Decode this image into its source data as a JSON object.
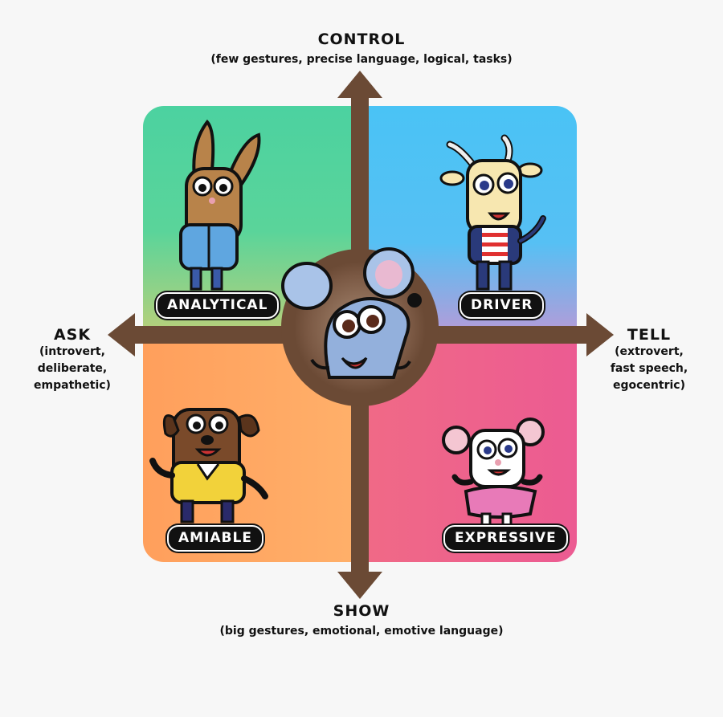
{
  "axes": {
    "top": {
      "title": "CONTROL",
      "subtitle": "(few gestures, precise language, logical, tasks)"
    },
    "bottom": {
      "title": "SHOW",
      "subtitle": "(big gestures, emotional, emotive language)"
    },
    "left": {
      "title": "ASK",
      "lines": [
        "(introvert,",
        "deliberate,",
        "empathetic)"
      ]
    },
    "right": {
      "title": "TELL",
      "lines": [
        "(extrovert,",
        "fast speech,",
        "egocentric)"
      ]
    }
  },
  "quadrants": {
    "top_left": {
      "label": "ANALYTICAL",
      "character": "rabbit-icon"
    },
    "top_right": {
      "label": "DRIVER",
      "character": "goat-icon"
    },
    "bottom_left": {
      "label": "AMIABLE",
      "character": "dog-icon"
    },
    "bottom_right": {
      "label": "EXPRESSIVE",
      "character": "mouse-icon"
    }
  },
  "center": {
    "character": "blue-mouse-icon"
  },
  "colors": {
    "arrow": "#6b4a35",
    "top_left": "#4cd2a0",
    "top_right": "#4ac3f5",
    "bottom_left": "#ffa75e",
    "bottom_right": "#ec5f8f"
  }
}
